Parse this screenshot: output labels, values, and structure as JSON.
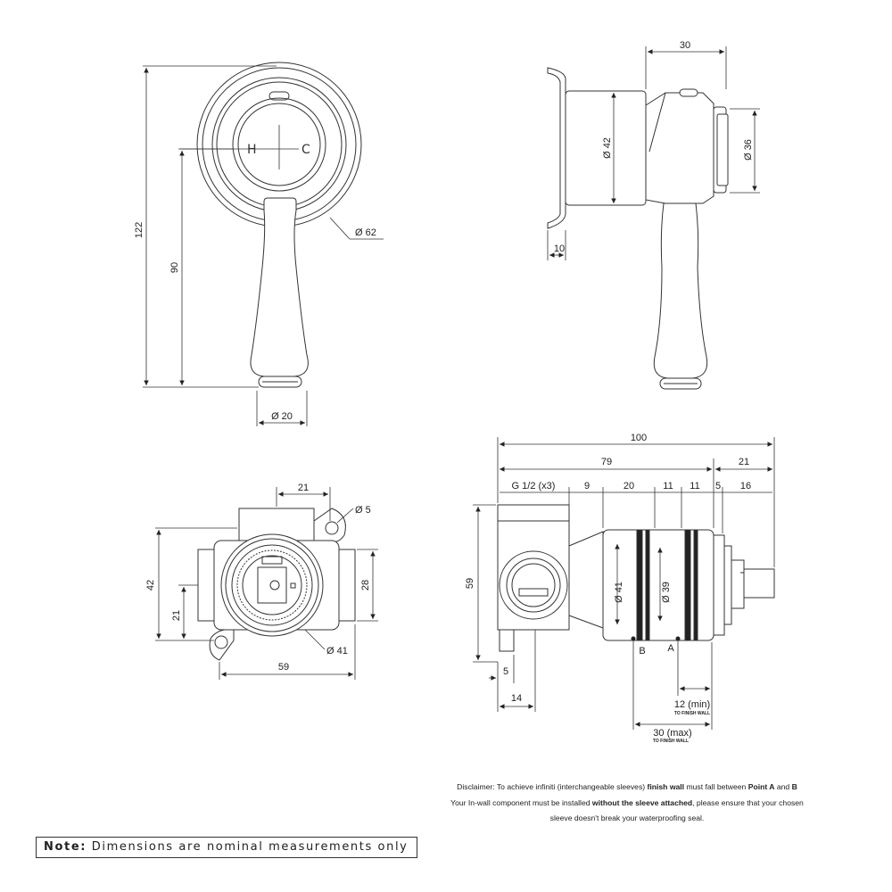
{
  "front_view": {
    "hot_label": "H",
    "cold_label": "C",
    "dim_height_total": "122",
    "dim_height_center": "90",
    "dim_plate_diameter": "Ø 62",
    "dim_lever_tip": "Ø 20"
  },
  "side_view": {
    "dim_depth": "30",
    "dim_body_diameter": "Ø 42",
    "dim_spindle_diameter": "Ø 36",
    "dim_plate_thickness": "10"
  },
  "body_front_view": {
    "dim_lug_spacing": "21",
    "dim_hole": "Ø 5",
    "dim_height": "42",
    "dim_offset": "21",
    "dim_port_height": "28",
    "dim_width": "59",
    "dim_cartridge_diameter": "Ø 41"
  },
  "body_side_view": {
    "dim_total": "100",
    "dim_body": "79",
    "dim_spindle": "21",
    "dim_thread": "G 1/2 (x3)",
    "dim_9": "9",
    "dim_20": "20",
    "dim_11a": "11",
    "dim_11b": "11",
    "dim_5": "5",
    "dim_16": "16",
    "dim_height": "59",
    "dim_outer_diameter": "Ø 41",
    "dim_inner_diameter": "Ø 39",
    "point_b": "B",
    "point_a": "A",
    "dim_bottom_5": "5",
    "dim_bottom_14": "14",
    "dim_min": "12 (min)",
    "dim_min_note": "TO FINISH WALL",
    "dim_max": "30 (max)",
    "dim_max_note": "TO FINISH WALL"
  },
  "disclaimer": {
    "l1_a": "Disclaimer: To achieve infiniti (interchangeable sleeves)",
    "l1_b": "finish wall",
    "l1_c": "must fall between",
    "l1_d": "Point A",
    "l1_e": "and",
    "l1_f": "B",
    "l2_a": "Your In-wall component must be installed",
    "l2_b": "without the sleeve attached",
    "l2_c": ", please ensure that your chosen",
    "l3": "sleeve doesn't break your waterproofing seal."
  },
  "note": {
    "label": "Note:",
    "text": "Dimensions are nominal measurements only"
  }
}
